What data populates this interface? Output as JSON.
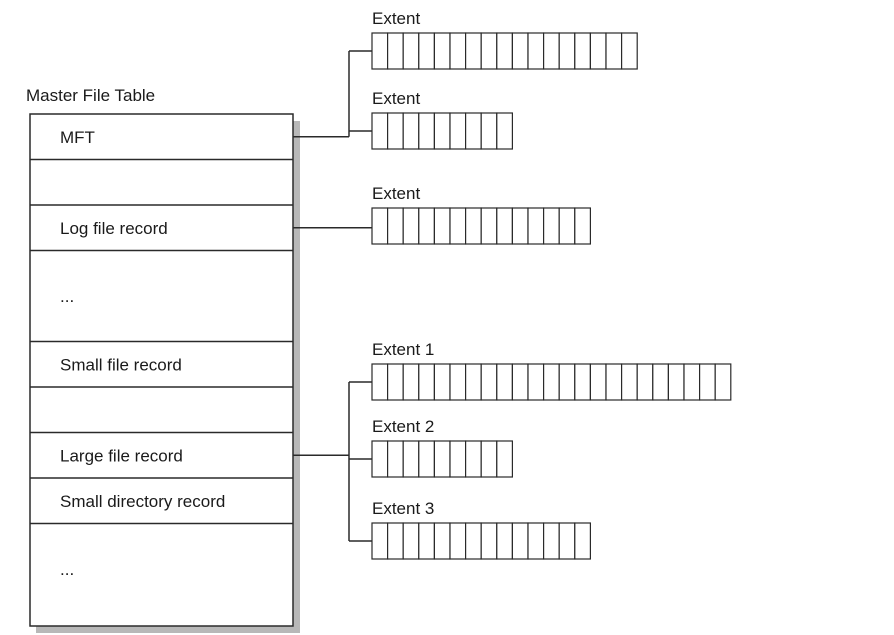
{
  "mft": {
    "title": "Master File Table",
    "rows": [
      {
        "label": "MFT",
        "extents": 1
      },
      {
        "label": "",
        "extents": 1
      },
      {
        "label": "Log file record",
        "extents": 1
      },
      {
        "label": "...",
        "extents": 2
      },
      {
        "label": "Small file record",
        "extents": 1
      },
      {
        "label": "",
        "extents": 1
      },
      {
        "label": "Large file record",
        "extents": 1
      },
      {
        "label": "Small directory record",
        "extents": 1
      },
      {
        "label": "...",
        "extents": 2
      }
    ]
  },
  "extents": [
    {
      "id": "mft-extent-a",
      "label": "Extent",
      "cells": 17,
      "source": "MFT"
    },
    {
      "id": "mft-extent-b",
      "label": "Extent",
      "cells": 9,
      "source": "MFT"
    },
    {
      "id": "log-extent",
      "label": "Extent",
      "cells": 14,
      "source": "Log file record"
    },
    {
      "id": "large-extent-1",
      "label": "Extent 1",
      "cells": 23,
      "source": "Large file record"
    },
    {
      "id": "large-extent-2",
      "label": "Extent 2",
      "cells": 9,
      "source": "Large file record"
    },
    {
      "id": "large-extent-3",
      "label": "Extent 3",
      "cells": 14,
      "source": "Large file record"
    }
  ]
}
